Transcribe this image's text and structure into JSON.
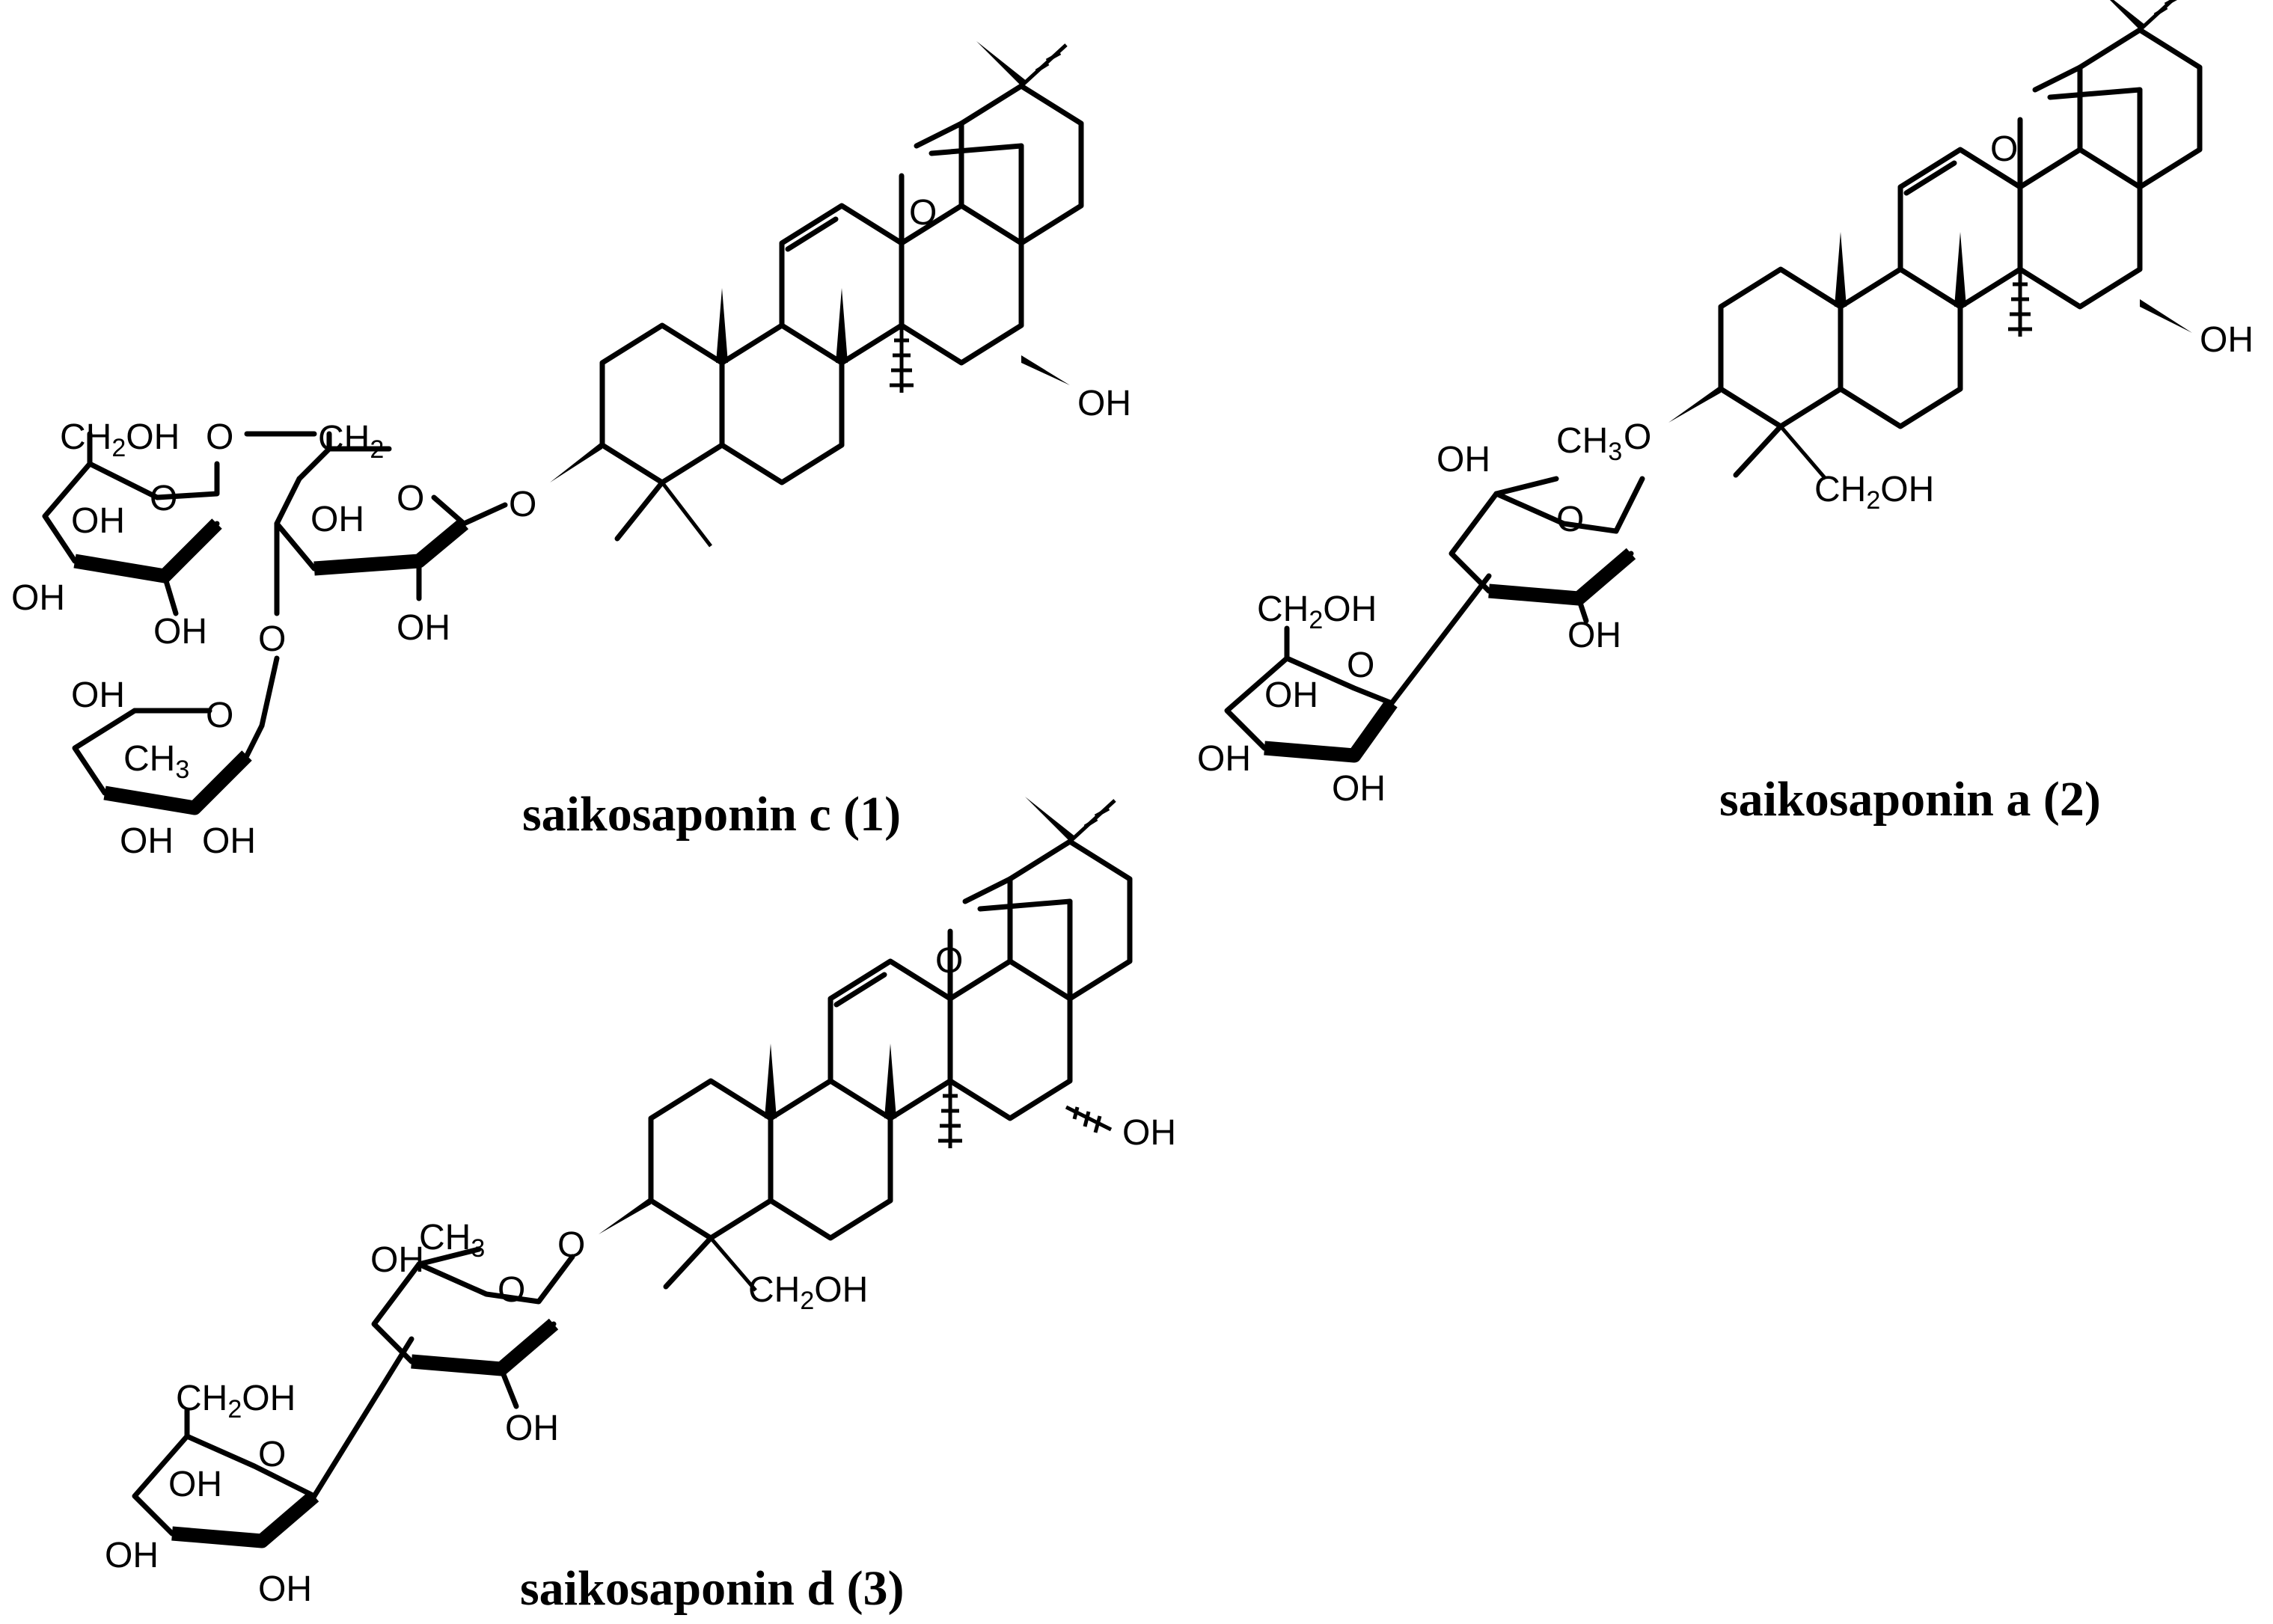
{
  "compounds": [
    {
      "name": "saikosaponin c (1)"
    },
    {
      "name": "saikosaponin a (2)"
    },
    {
      "name": "saikosaponin d (3)"
    }
  ],
  "labels": {
    "O": "O",
    "OH": "OH",
    "CH2OH": "CH2OH",
    "CH3": "CH3",
    "CH2": "CH2"
  }
}
